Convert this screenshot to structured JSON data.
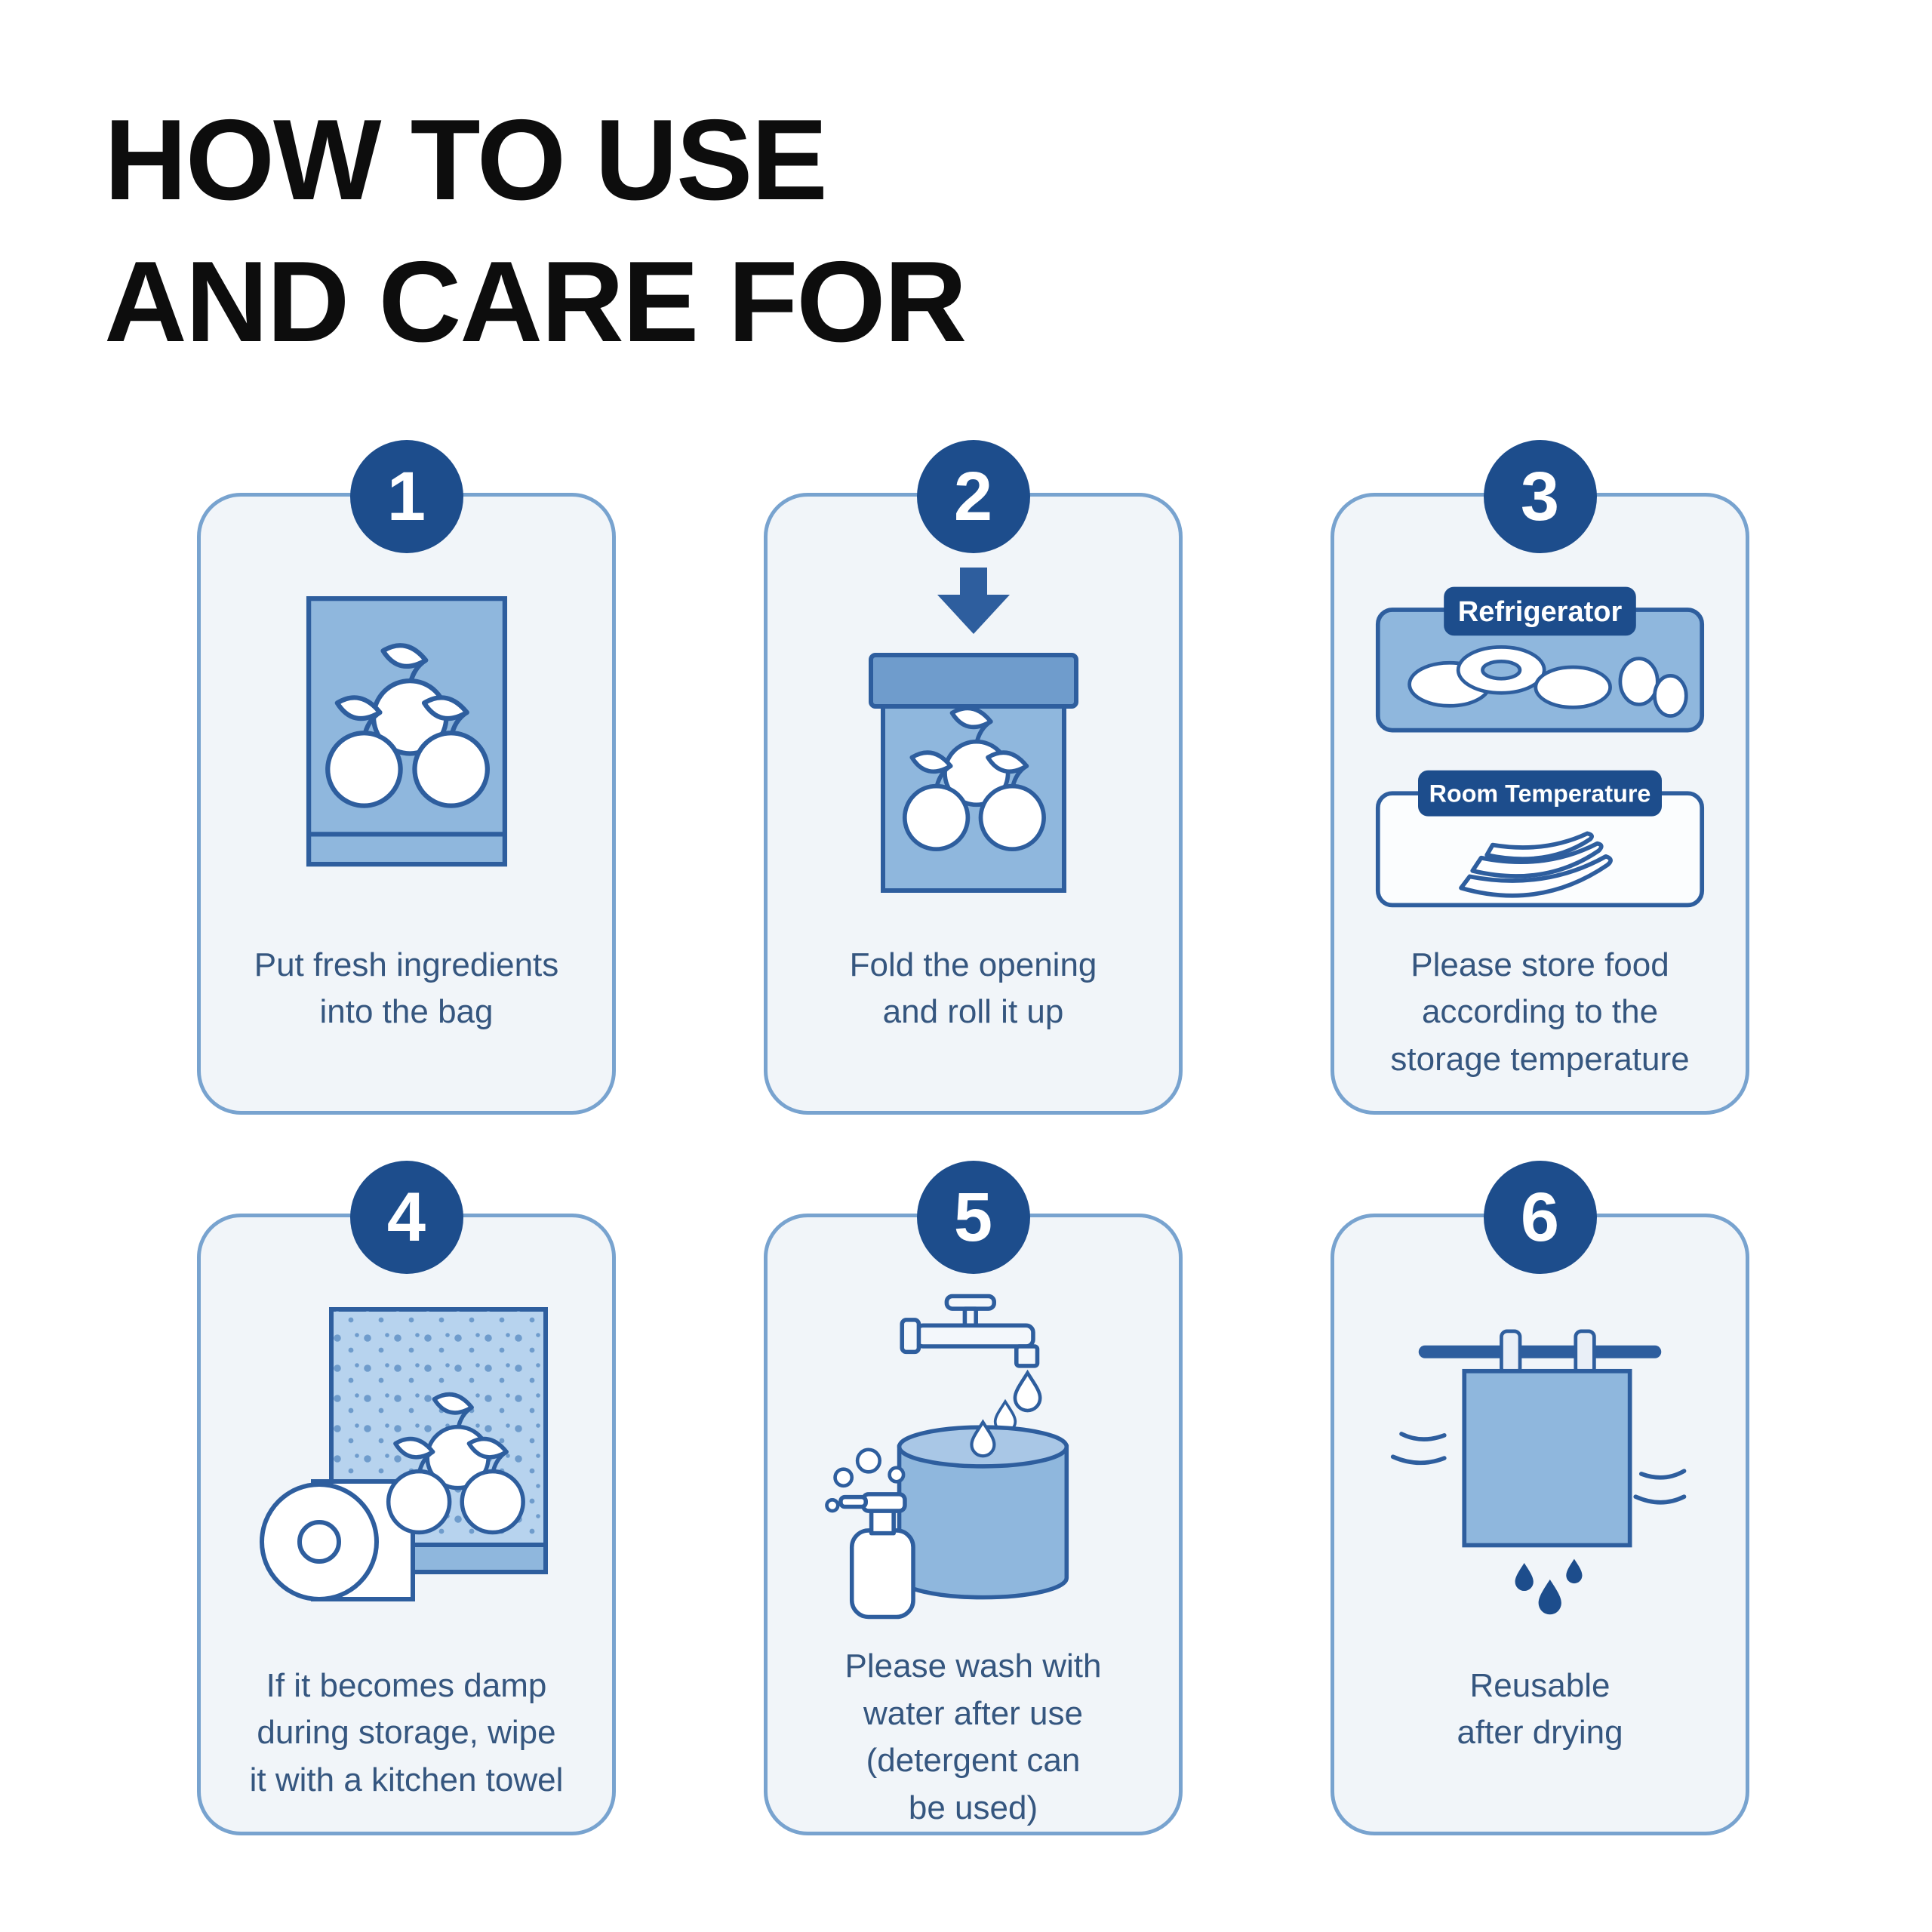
{
  "title": {
    "text": "HOW TO USE\nAND CARE FOR"
  },
  "colors": {
    "badge": "#1d4d8c",
    "card_border": "#78a3cf",
    "card_background": "#f1f5f9",
    "illustration_stroke": "#2e5e9e",
    "illustration_fill": "#8fb7dd",
    "caption_text": "#35567f",
    "title_text": "#0d0d0d"
  },
  "steps": [
    {
      "number": "1",
      "icon": "bag-with-apples-icon",
      "caption": "Put fresh ingredients\ninto the bag"
    },
    {
      "number": "2",
      "icon": "arrow-down-folded-bag-icon",
      "caption": "Fold the opening\nand roll it up"
    },
    {
      "number": "3",
      "icon": "storage-temperature-icon",
      "labels": [
        "Refrigerator",
        "Room Temperature"
      ],
      "caption": "Please store food\naccording to the\nstorage temperature"
    },
    {
      "number": "4",
      "icon": "damp-bag-kitchen-towel-icon",
      "caption": "If it becomes damp\nduring storage, wipe\nit with a kitchen towel"
    },
    {
      "number": "5",
      "icon": "wash-faucet-detergent-icon",
      "caption": "Please wash with\nwater after use\n(detergent can\nbe used)"
    },
    {
      "number": "6",
      "icon": "hanging-bag-drying-icon",
      "caption": "Reusable\nafter drying"
    }
  ]
}
